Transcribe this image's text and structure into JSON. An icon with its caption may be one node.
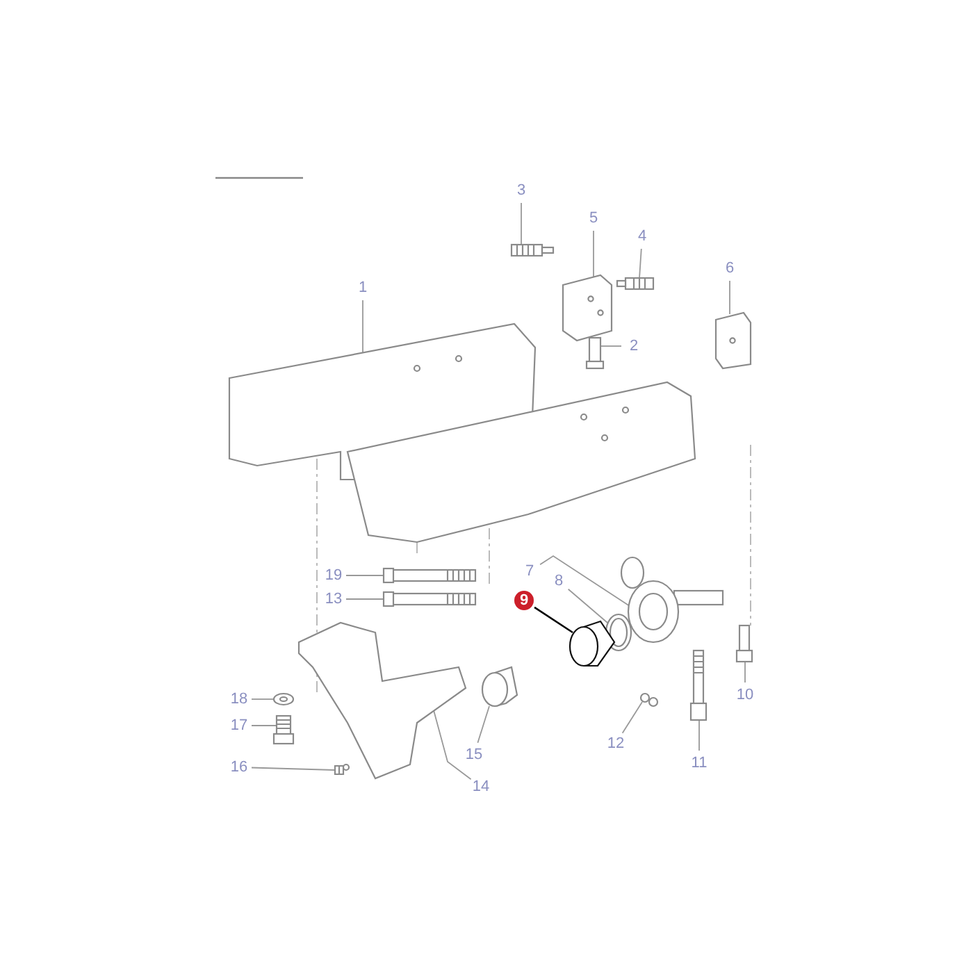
{
  "diagram": {
    "nodes": [
      {
        "text": [
          "1"
        ]
      },
      {
        "text": [
          "2"
        ]
      },
      {
        "text": [
          "3"
        ]
      },
      {
        "text": [
          "4"
        ]
      },
      {
        "text": [
          "5"
        ]
      },
      {
        "text": [
          "6"
        ]
      },
      {
        "text": [
          "7"
        ]
      },
      {
        "text": [
          "8"
        ]
      },
      {
        "text": [
          "9"
        ]
      },
      {
        "text": [
          "10"
        ]
      },
      {
        "text": [
          "11"
        ]
      },
      {
        "text": [
          "12"
        ]
      },
      {
        "text": [
          "13"
        ]
      },
      {
        "text": [
          "14"
        ]
      },
      {
        "text": [
          "15"
        ]
      },
      {
        "text": [
          "16"
        ]
      },
      {
        "text": [
          "17"
        ]
      },
      {
        "text": [
          "18"
        ]
      },
      {
        "text": [
          "19"
        ]
      },
      {
        "text": [],
        "shape": "picture"
      },
      {
        "text": [],
        "shape": "picture"
      },
      {
        "text": [],
        "shape": "picture"
      },
      {
        "text": [],
        "shape": "picture"
      },
      {
        "text": [],
        "shape": "picture"
      },
      {
        "text": [],
        "shape": "picture"
      },
      {
        "text": [],
        "shape": "picture"
      },
      {
        "text": [],
        "shape": "picture"
      },
      {
        "text": [],
        "shape": "picture"
      },
      {
        "text": [],
        "shape": "picture"
      },
      {
        "text": [],
        "shape": "picture"
      },
      {
        "text": [],
        "shape": "picture"
      },
      {
        "text": [],
        "shape": "picture"
      },
      {
        "text": [],
        "shape": "picture"
      },
      {
        "text": [],
        "shape": "picture"
      },
      {
        "text": [],
        "shape": "picture"
      },
      {
        "text": [],
        "shape": "picture"
      },
      {
        "text": [],
        "shape": "picture"
      },
      {
        "text": [],
        "shape": "picture"
      }
    ],
    "edges": [
      {
        "from": 0,
        "to": 19,
        "arrow": "none"
      },
      {
        "from": 1,
        "to": 20,
        "arrow": "none"
      },
      {
        "from": 2,
        "to": 21,
        "arrow": "none"
      },
      {
        "from": 3,
        "to": 22,
        "arrow": "none"
      },
      {
        "from": 4,
        "to": 23,
        "arrow": "none"
      },
      {
        "from": 5,
        "to": 24,
        "arrow": "none"
      },
      {
        "from": 6,
        "to": 25,
        "arrow": "none"
      },
      {
        "from": 7,
        "to": 26,
        "arrow": "none"
      },
      {
        "from": 8,
        "to": 27,
        "arrow": "none",
        "color": "#000000"
      },
      {
        "from": 9,
        "to": 28,
        "arrow": "none"
      },
      {
        "from": 10,
        "to": 29,
        "arrow": "none"
      },
      {
        "from": 11,
        "to": 30,
        "arrow": "none"
      },
      {
        "from": 12,
        "to": 31,
        "arrow": "none"
      },
      {
        "from": 13,
        "to": 32,
        "arrow": "none"
      },
      {
        "from": 14,
        "to": 33,
        "arrow": "none"
      },
      {
        "from": 15,
        "to": 34,
        "arrow": "none"
      },
      {
        "from": 16,
        "to": 35,
        "arrow": "none"
      },
      {
        "from": 17,
        "to": 36,
        "arrow": "none"
      },
      {
        "from": 18,
        "to": 37,
        "arrow": "none"
      }
    ]
  }
}
